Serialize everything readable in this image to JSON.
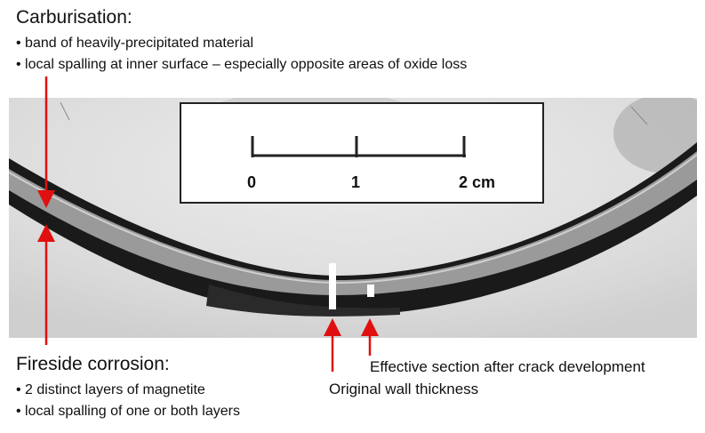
{
  "carburisation": {
    "title": "Carburisation:",
    "bullets": [
      "• band of heavily-precipitated material",
      "• local spalling at inner surface – especially opposite areas of oxide loss"
    ]
  },
  "fireside": {
    "title": "Fireside corrosion:",
    "bullets": [
      "• 2 distinct layers of magnetite",
      "• local spalling of one or both layers"
    ]
  },
  "scale_bar": {
    "labels": [
      "0",
      "1",
      "2 cm"
    ]
  },
  "captions": {
    "effective_section": "Effective section after crack development",
    "original_wall": "Original wall thickness"
  },
  "colors": {
    "arrow": "#e01010",
    "tube_dark": "#1a1a1a",
    "tube_band": "#9a9a9a"
  }
}
